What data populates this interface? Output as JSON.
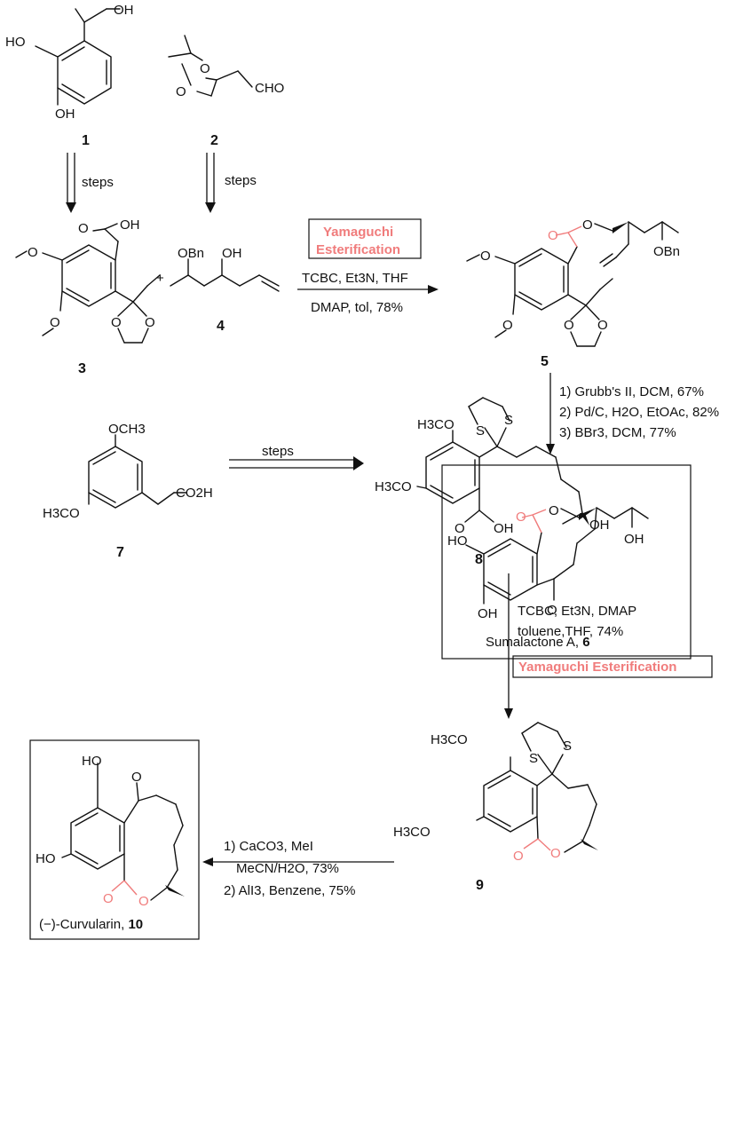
{
  "compounds": {
    "c1": {
      "number": "1",
      "labels": [
        "OH",
        "HO",
        "OH"
      ]
    },
    "c2": {
      "number": "2",
      "labels": [
        "O",
        "O",
        "CHO"
      ]
    },
    "c3": {
      "number": "3",
      "labels": [
        "OH",
        "O",
        "O",
        "O",
        "O",
        "O"
      ]
    },
    "c4": {
      "number": "4",
      "labels": [
        "OBn",
        "OH"
      ]
    },
    "c5": {
      "number": "5",
      "labels": [
        "O",
        "O",
        "OBn",
        "O",
        "O",
        "O",
        "O"
      ]
    },
    "c6": {
      "number": "6",
      "name": "Sumalactone A, ",
      "labels": [
        "O",
        "O",
        "HO",
        "OH",
        "OH",
        "O"
      ]
    },
    "c7": {
      "number": "7",
      "labels": [
        "OCH3",
        "H3CO",
        "CO2H"
      ]
    },
    "c8": {
      "number": "8",
      "labels": [
        "H3CO",
        "H3CO",
        "S",
        "S",
        "O",
        "OH",
        "OH"
      ]
    },
    "c9": {
      "number": "9",
      "labels": [
        "H3CO",
        "H3CO",
        "S",
        "S",
        "O",
        "O"
      ]
    },
    "c10": {
      "number": "10",
      "name": "(−)-Curvularin, ",
      "labels": [
        "HO",
        "HO",
        "O",
        "O",
        "O"
      ]
    }
  },
  "reactions": {
    "r1": {
      "label": "steps"
    },
    "r2": {
      "label": "steps"
    },
    "r3": {
      "tag": "Yamaguchi Esterification",
      "tag_lines": [
        "Yamaguchi",
        "Esterification"
      ],
      "conditions": [
        "TCBC, Et3N, THF",
        "DMAP, tol, 78%"
      ]
    },
    "r4": {
      "conditions": [
        "1) Grubb's II, DCM, 67%",
        "2) Pd/C, H2O, EtOAc, 82%",
        "3) BBr3, DCM, 77%"
      ]
    },
    "r5": {
      "label": "steps"
    },
    "r6": {
      "conditions": [
        "TCBC, Et3N, DMAP",
        "toluene,THF, 74%"
      ],
      "tag": "Yamaguchi Esterification"
    },
    "r7": {
      "conditions": [
        "1) CaCO3, MeI",
        "MeCN/H2O, 73%",
        "2) AlI3, Benzene, 75%"
      ]
    }
  },
  "plus": "+",
  "colors": {
    "highlight": "#f07c7c",
    "ink": "#111111"
  }
}
